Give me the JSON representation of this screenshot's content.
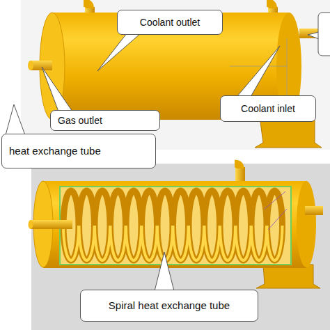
{
  "diagram": {
    "nodes": [
      {
        "text": [
          "Coolant outlet"
        ]
      },
      {
        "text": [
          "Gas outlet"
        ]
      },
      {
        "text": [
          "Coolant inlet"
        ]
      },
      {
        "text": [
          "heat exchange tube"
        ]
      },
      {
        "text": [
          "Spiral heat exchange tube"
        ]
      }
    ]
  }
}
